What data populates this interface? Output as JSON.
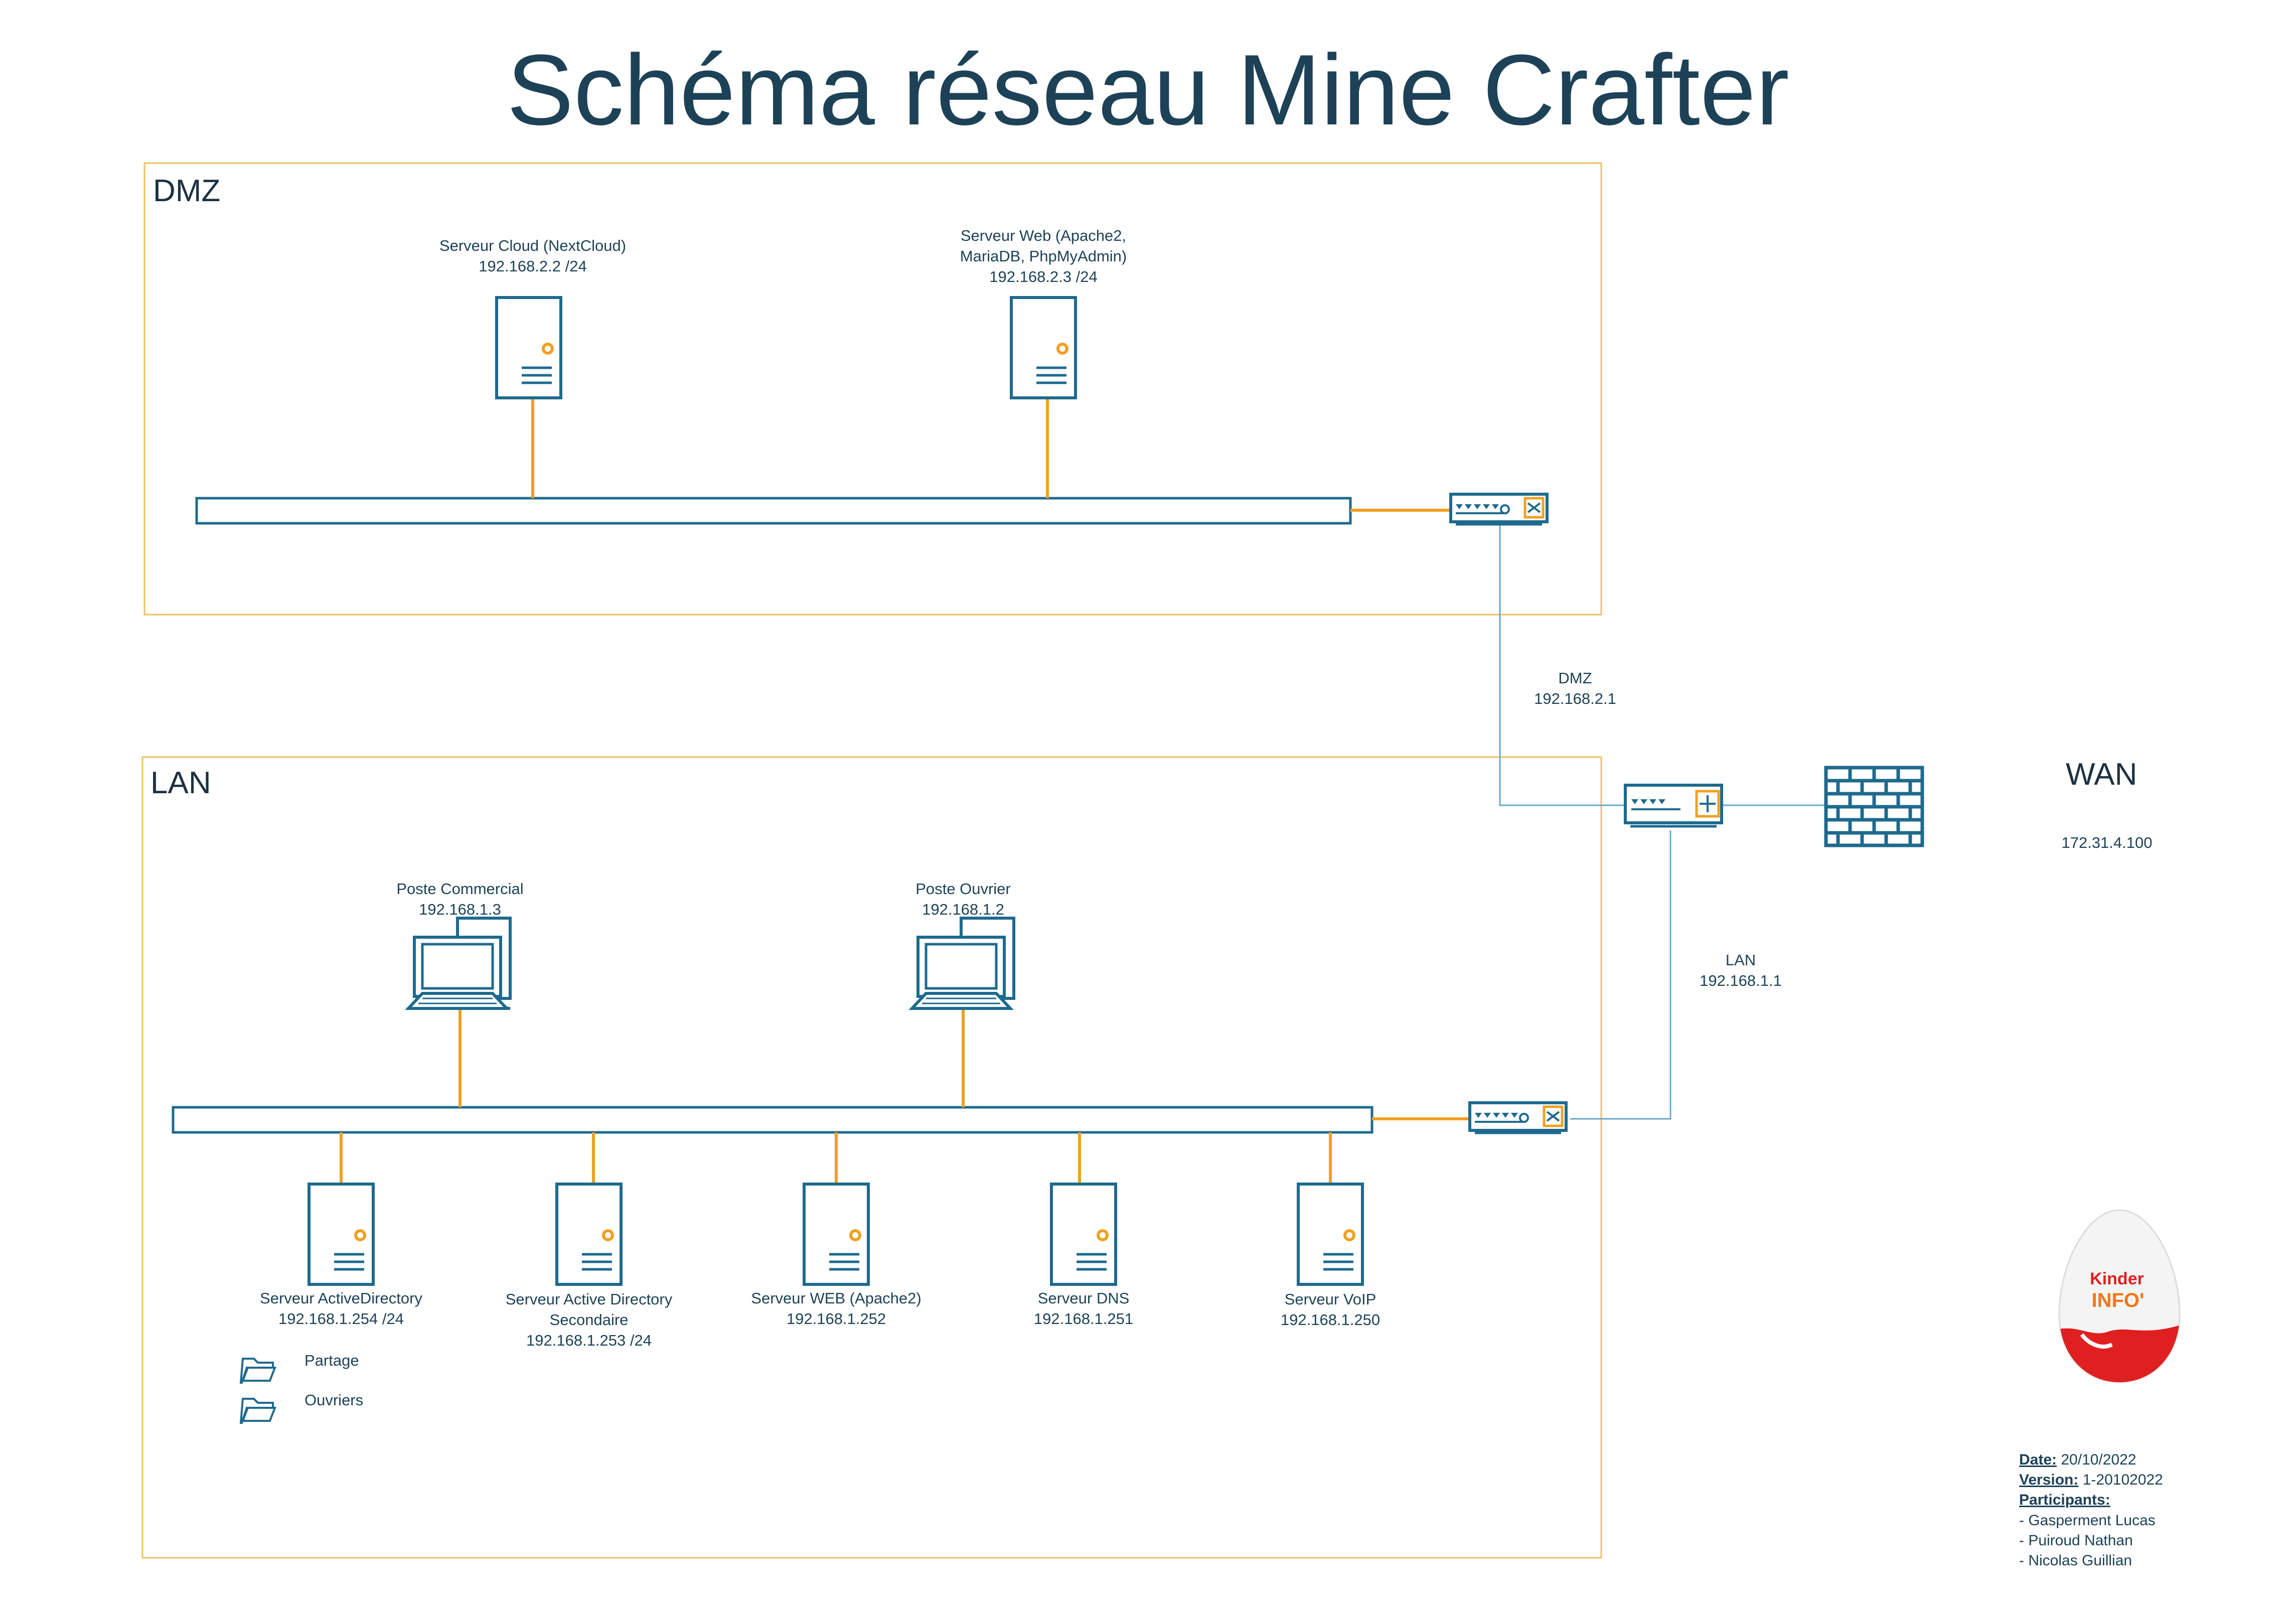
{
  "title": "Schéma réseau Mine Crafter",
  "zones": {
    "dmz": {
      "label": "DMZ"
    },
    "lan": {
      "label": "LAN"
    },
    "wan": {
      "label": "WAN",
      "ip": "172.31.4.100"
    }
  },
  "dmz_servers": [
    {
      "lines": [
        "Serveur Cloud (NextCloud)",
        "192.168.2.2 /24"
      ]
    },
    {
      "lines": [
        "Serveur Web (Apache2,",
        "MariaDB, PhpMyAdmin)",
        "192.168.2.3 /24"
      ]
    }
  ],
  "router_links": {
    "dmz": {
      "label": "DMZ",
      "ip": "192.168.2.1"
    },
    "lan": {
      "label": "LAN",
      "ip": "192.168.1.1"
    }
  },
  "workstations": [
    {
      "lines": [
        "Poste Commercial",
        "192.168.1.3"
      ]
    },
    {
      "lines": [
        "Poste Ouvrier",
        "192.168.1.2"
      ]
    }
  ],
  "lan_servers": [
    {
      "lines": [
        "Serveur ActiveDirectory",
        "192.168.1.254 /24"
      ]
    },
    {
      "lines": [
        "Serveur Active Directory",
        "Secondaire",
        "192.168.1.253 /24"
      ]
    },
    {
      "lines": [
        "Serveur WEB (Apache2)",
        "192.168.1.252"
      ]
    },
    {
      "lines": [
        "Serveur DNS",
        "192.168.1.251"
      ]
    },
    {
      "lines": [
        "Serveur VoIP",
        "192.168.1.250"
      ]
    }
  ],
  "folders": [
    "Partage",
    "Ouvriers"
  ],
  "logo": {
    "text_top": "Kinder",
    "text_bottom": "INFO'"
  },
  "meta": {
    "date_label": "Date:",
    "date": "20/10/2022",
    "version_label": "Version:",
    "version": "1-20102022",
    "participants_label": "Participants:",
    "participants": [
      "- Gasperment Lucas",
      "- Puiroud Nathan",
      "- Nicolas Guillian"
    ]
  },
  "colors": {
    "title": "#1d4257",
    "device": "#1e6a8e",
    "accent": "#f0a020",
    "link": "#6aa8cc",
    "zone_border": "#f0c060"
  }
}
